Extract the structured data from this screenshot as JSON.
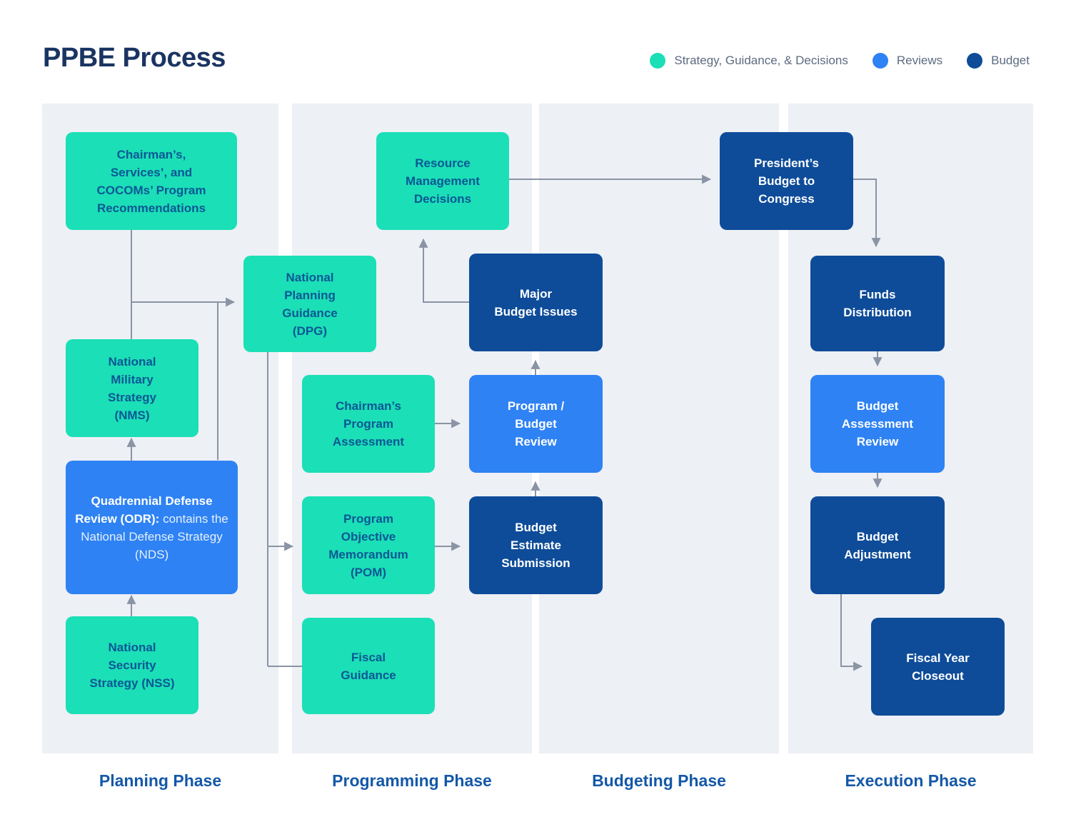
{
  "title": "PPBE Process",
  "legend": {
    "items": [
      {
        "label": "Strategy, Guidance, & Decisions",
        "type": "strategy"
      },
      {
        "label": "Reviews",
        "type": "review"
      },
      {
        "label": "Budget",
        "type": "budget"
      }
    ]
  },
  "phases": [
    {
      "label": "Planning Phase"
    },
    {
      "label": "Programming Phase"
    },
    {
      "label": "Budgeting Phase"
    },
    {
      "label": "Execution Phase"
    }
  ],
  "nodes": {
    "recommendations": {
      "label": "Chairman’s,\nServices’, and\nCOCOMs’ Program\nRecommendations",
      "type": "strategy"
    },
    "nms": {
      "label": "National\nMilitary\nStrategy\n(NMS)",
      "type": "strategy"
    },
    "qdr": {
      "label_bold": "Quadrennial Defense Review (ODR):",
      "label_rest": "contains the National Defense Strategy (NDS)",
      "type": "review"
    },
    "nss": {
      "label": "National\nSecurity\nStrategy (NSS)",
      "type": "strategy"
    },
    "dpg": {
      "label": "National\nPlanning\nGuidance\n(DPG)",
      "type": "strategy"
    },
    "rmd": {
      "label": "Resource\nManagement\nDecisions",
      "type": "strategy"
    },
    "cpa": {
      "label": "Chairman’s\nProgram\nAssessment",
      "type": "strategy"
    },
    "pom": {
      "label": "Program\nObjective\nMemorandum\n(POM)",
      "type": "strategy"
    },
    "fiscal_guidance": {
      "label": "Fiscal\nGuidance",
      "type": "strategy"
    },
    "mbi": {
      "label": "Major\nBudget Issues",
      "type": "budget"
    },
    "pbr": {
      "label": "Program /\nBudget\nReview",
      "type": "review"
    },
    "bes": {
      "label": "Budget\nEstimate\nSubmission",
      "type": "budget"
    },
    "pbc": {
      "label": "President’s\nBudget to\nCongress",
      "type": "budget"
    },
    "funds": {
      "label": "Funds\nDistribution",
      "type": "budget"
    },
    "bar": {
      "label": "Budget\nAssessment\nReview",
      "type": "review"
    },
    "adjustment": {
      "label": "Budget\nAdjustment",
      "type": "budget"
    },
    "closeout": {
      "label": "Fiscal Year\nCloseout",
      "type": "budget"
    }
  },
  "colors": {
    "strategy": "#1BDFB6",
    "reviews": "#2E82F4",
    "budget": "#0E4C99",
    "node_text_dark": "#0B5796",
    "node_text_light": "#FFFFFF",
    "title_text": "#1A3462",
    "phase_label": "#1458A8",
    "legend_text": "#5C6B80",
    "arrow": "#8A94A4",
    "column_bg": "#EDF0F5",
    "page_bg": "#FFFFFF"
  }
}
